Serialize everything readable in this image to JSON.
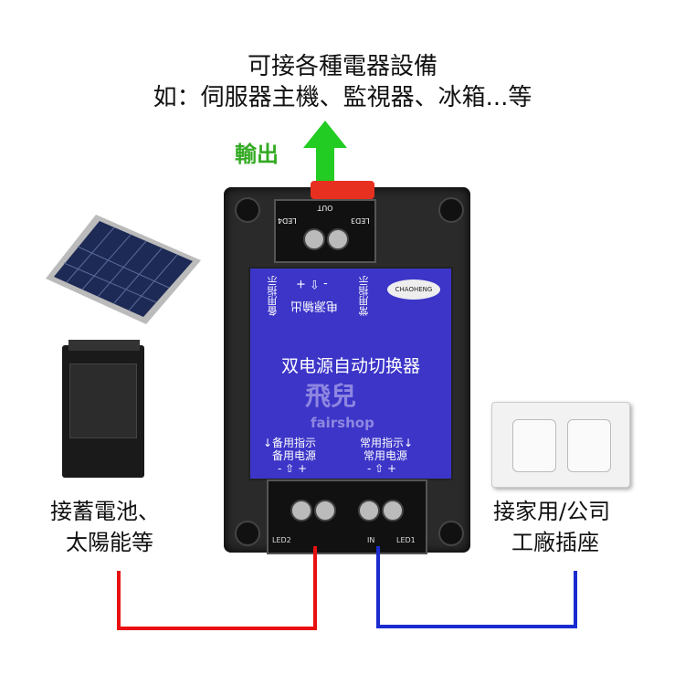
{
  "header": {
    "line1": "可接各種電器設備",
    "line2": "如：伺服器主機、監視器、冰箱...等"
  },
  "output": {
    "label": "輸出",
    "arrow_color": "#22cc22",
    "label_color": "#33aa22"
  },
  "device": {
    "brand": "CHAOHENG",
    "title": "双电源自动切换器",
    "top_left_indicator": "备用指示",
    "top_center": "电源输出",
    "top_right_indicator": "常用指示",
    "polarity": "- ⇧ +",
    "top_terminal": {
      "out": "OUT",
      "led_left": "LED4",
      "led_right": "LED3"
    },
    "bottom_left": {
      "indicator": "↓备用指示",
      "source": "备用电源"
    },
    "bottom_right": {
      "indicator": "常用指示↓",
      "source": "常用电源"
    },
    "bottom_terminal": {
      "led_left": "LED2",
      "led_right": "LED1",
      "in": "IN"
    }
  },
  "watermark": {
    "logo": "飛兒",
    "text": "fairshop"
  },
  "left_caption": {
    "line1": "接蓄電池、",
    "line2": "太陽能等"
  },
  "right_caption": {
    "line1": "接家用/公司",
    "line2": "工廠插座"
  },
  "wires": {
    "left_color": "#e81010",
    "right_color": "#1a2bd0"
  }
}
